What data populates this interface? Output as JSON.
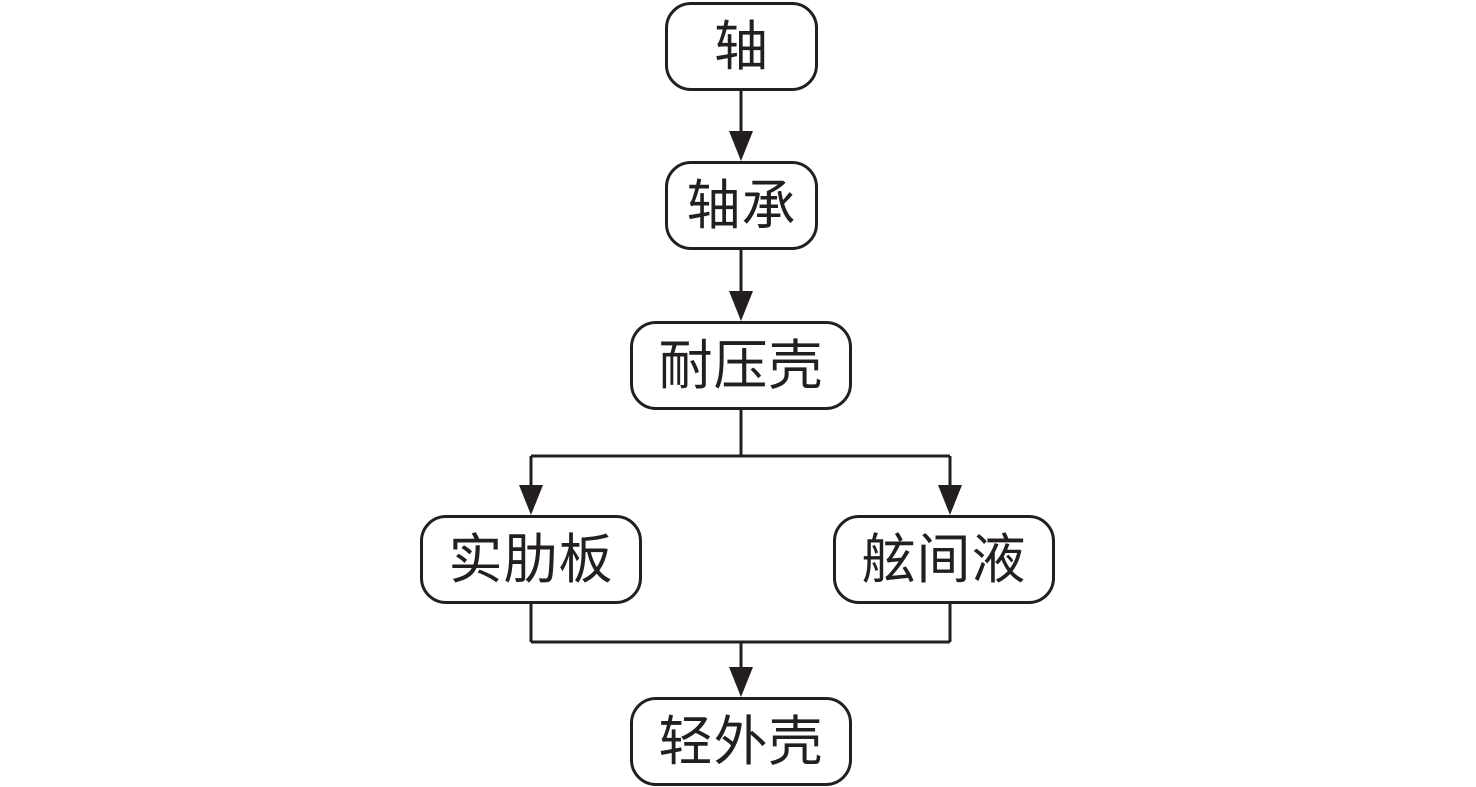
{
  "nodes": {
    "shaft": "轴",
    "bearing": "轴承",
    "pressure_hull": "耐压壳",
    "solid_rib_plate": "实肋板",
    "intershell_fluid": "舷间液",
    "light_outer_hull": "轻外壳"
  },
  "edges": [
    {
      "from": "shaft",
      "to": "bearing"
    },
    {
      "from": "bearing",
      "to": "pressure_hull"
    },
    {
      "from": "pressure_hull",
      "to": "solid_rib_plate"
    },
    {
      "from": "pressure_hull",
      "to": "intershell_fluid"
    },
    {
      "from": "solid_rib_plate",
      "to": "light_outer_hull"
    },
    {
      "from": "intershell_fluid",
      "to": "light_outer_hull"
    }
  ],
  "colors": {
    "stroke": "#231f20",
    "background": "#ffffff"
  }
}
